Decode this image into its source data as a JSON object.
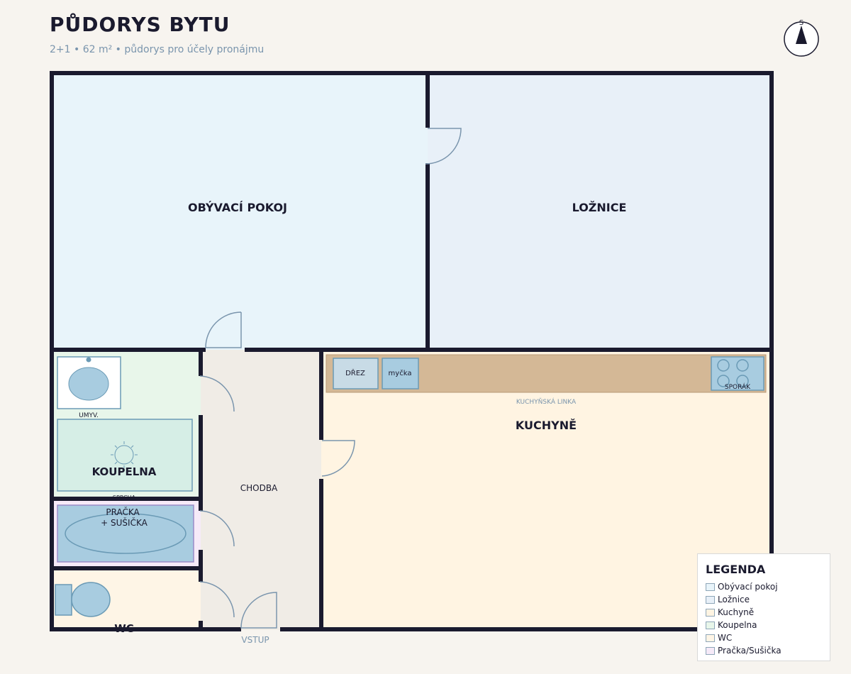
{
  "header": {
    "title": "PŮDORYS BYTU",
    "subtitle": "2+1  •  62 m²  •  půdorys pro účely pronájmu"
  },
  "compass": {
    "north_label": "S"
  },
  "rooms": {
    "living": {
      "label": "OBÝVACÍ POKOJ",
      "color": "#e8f4fa"
    },
    "bedroom": {
      "label": "LOŽNICE",
      "color": "#e8f0f8"
    },
    "kitchen": {
      "label": "KUCHYNĚ",
      "color": "#fff4e2"
    },
    "bathroom": {
      "label": "KOUPELNA",
      "color": "#e8f6ea"
    },
    "corridor": {
      "label": "CHODBA",
      "color": "#f0ece6"
    },
    "laundry": {
      "label": "PRAČKA\n+ SUŠIČKA",
      "color": "#f6eaf8"
    },
    "wc": {
      "label": "WC",
      "color": "#fef5e6"
    }
  },
  "fixtures": {
    "sink_label": "DŘEZ",
    "dishwasher_label": "myčka",
    "stove_label": "SPORÁK",
    "counter_label": "KUCHYŇSKÁ LINKA",
    "washbasin_label": "UMYV.",
    "shower_label": "SPRCHA"
  },
  "entrance_label": "VSTUP",
  "legend": {
    "title": "LEGENDA",
    "items": [
      {
        "label": "Obývací pokoj",
        "color": "#e8f4fa"
      },
      {
        "label": "Ložnice",
        "color": "#e8f0f8"
      },
      {
        "label": "Kuchyně",
        "color": "#fff4e2"
      },
      {
        "label": "Koupelna",
        "color": "#e8f6ea"
      },
      {
        "label": "WC",
        "color": "#fef5e6"
      },
      {
        "label": "Pračka/Sušička",
        "color": "#f6eaf8"
      }
    ]
  },
  "colors": {
    "wall": "#1a1a2e",
    "fixture": "#a8cce0",
    "fixture_stroke": "#6a9ab5",
    "counter": "#d4b896",
    "door": "#7a95ad"
  }
}
